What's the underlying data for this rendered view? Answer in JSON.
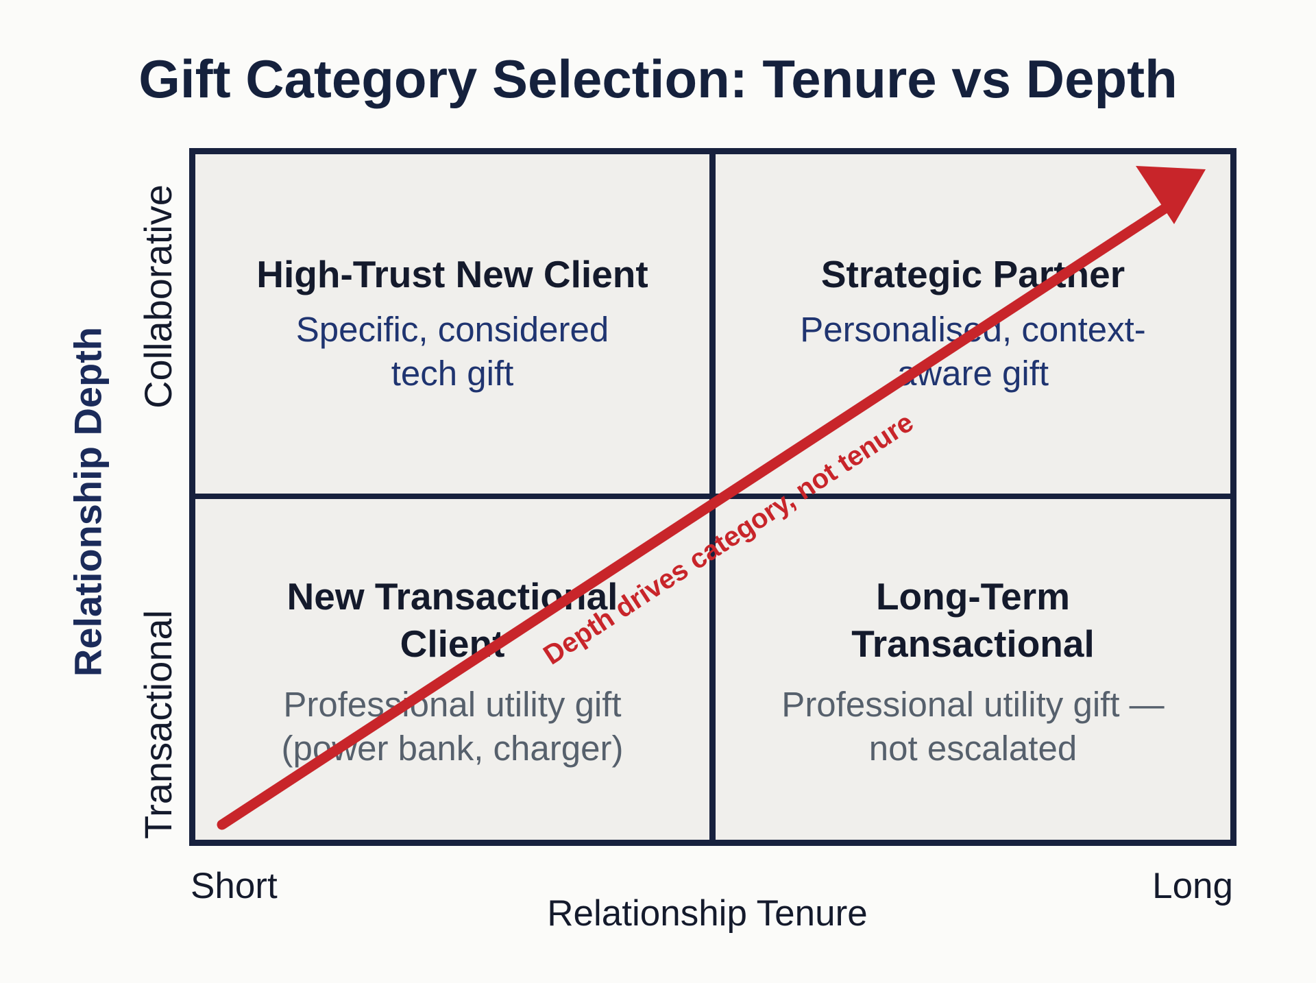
{
  "title": "Gift Category Selection: Tenure vs Depth",
  "y_axis": {
    "title": "Relationship Depth",
    "high_label": "Collaborative",
    "low_label": "Transactional"
  },
  "x_axis": {
    "title": "Relationship Tenure",
    "low_label": "Short",
    "high_label": "Long"
  },
  "quadrants": {
    "top_left": {
      "title": "High-Trust New Client",
      "desc_line1": "Specific, considered",
      "desc_line2": "tech gift"
    },
    "top_right": {
      "title": "Strategic Partner",
      "desc_line1": "Personalised, context-",
      "desc_line2": "aware gift"
    },
    "bottom_left": {
      "title_line1": "New Transactional",
      "title_line2": "Client",
      "desc_line1": "Professional utility gift",
      "desc_line2": "(power bank, charger)"
    },
    "bottom_right": {
      "title_line1": "Long-Term",
      "title_line2": "Transactional",
      "desc_line1": "Professional utility gift —",
      "desc_line2": "not escalated"
    }
  },
  "arrow": {
    "label": "Depth drives category, not tenure",
    "color": "#c8252a"
  },
  "colors": {
    "border": "#17213e",
    "quadrant_fill": "#f0efec",
    "title": "#15213d",
    "top_desc": "#1f3470",
    "bottom_desc": "#56606c"
  }
}
